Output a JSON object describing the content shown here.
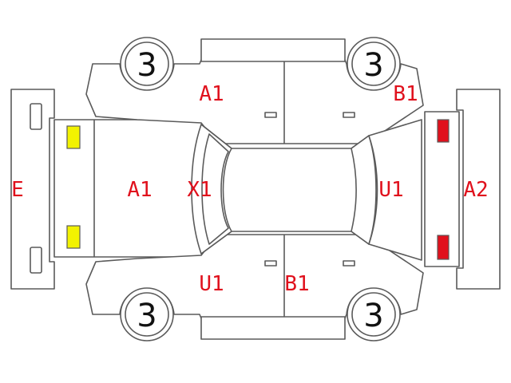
{
  "labels": {
    "front_bumper": "E",
    "hood": "A1",
    "front_pillar": "X1",
    "roof_left_side": "A1",
    "right_rear_fender": "B1",
    "rear_window": "U1",
    "rear_bumper": "A2",
    "left_side_front": "U1",
    "left_side_rear": "B1"
  },
  "tires": {
    "front_left": "3",
    "rear_left": "3",
    "front_right": "3",
    "rear_right": "3"
  },
  "colors": {
    "label": "#e0101c",
    "headlight": "#f2f200",
    "taillight": "#e0101c",
    "line": "#5a5a5a"
  }
}
